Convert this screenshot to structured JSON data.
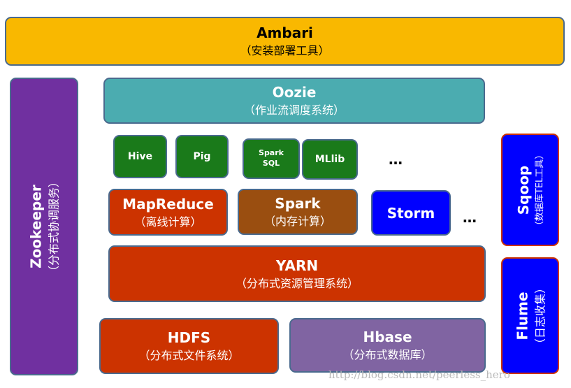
{
  "ambari": {
    "title": "Ambari",
    "sub": "（安装部署工具）"
  },
  "zookeeper": {
    "title": "Zookeeper",
    "sub": "（分布式协调服务）"
  },
  "oozie": {
    "title": "Oozie",
    "sub": "（作业流调度系统）"
  },
  "hive": {
    "title": "Hive"
  },
  "pig": {
    "title": "Pig"
  },
  "spark_sql": {
    "line1": "Spark",
    "line2": "SQL"
  },
  "mllib": {
    "title": "MLlib"
  },
  "ellipsis_top": "…",
  "mapreduce": {
    "title": "MapReduce",
    "sub": "（离线计算）"
  },
  "spark": {
    "title": "Spark",
    "sub": "（内存计算）"
  },
  "storm": {
    "title": "Storm"
  },
  "ellipsis_mid": "…",
  "yarn": {
    "title": "YARN",
    "sub": "（分布式资源管理系统）"
  },
  "hdfs": {
    "title": "HDFS",
    "sub": "（分布式文件系统）"
  },
  "hbase": {
    "title": "Hbase",
    "sub": "（分布式数据库）"
  },
  "sqoop": {
    "title": "Sqoop",
    "sub": "（数据库TEL工具）"
  },
  "flume": {
    "title": "Flume",
    "sub": "（日志收集）"
  },
  "watermark": "http://blog.csdn.net/peerless_hero",
  "colors": {
    "ambari": "#f9b800",
    "zookeeper": "#7030a0",
    "oozie": "#4bacb0",
    "green": "#1a7a1a",
    "red": "#cc3300",
    "brown": "#9a4e10",
    "blue": "#0000ff",
    "purple_light": "#8064a2",
    "border": "#4a6a8e"
  }
}
